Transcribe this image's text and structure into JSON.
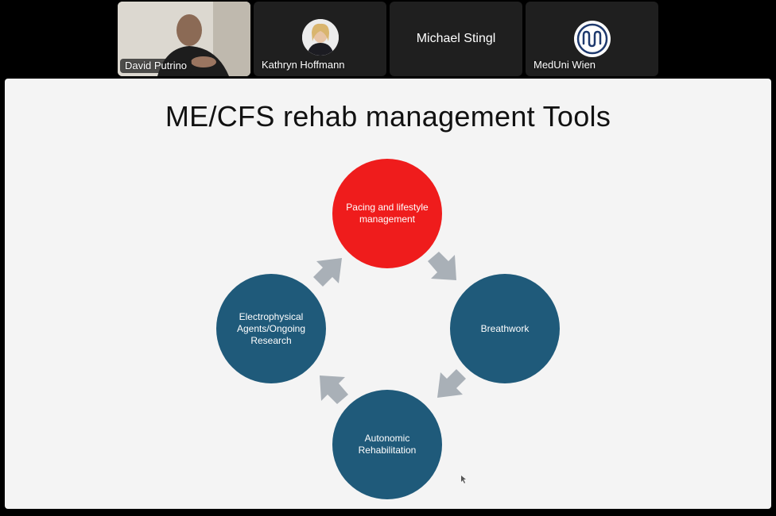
{
  "participants": [
    {
      "name": "David Putrino"
    },
    {
      "name": "Kathryn Hoffmann"
    },
    {
      "name": "Michael Stingl",
      "display_name": "Michael Stingl"
    },
    {
      "name": "MedUni Wien"
    }
  ],
  "slide": {
    "title": "ME/CFS rehab management Tools",
    "nodes": [
      {
        "label": "Pacing and lifestyle management",
        "color": "#ef1c1c"
      },
      {
        "label": "Breathwork",
        "color": "#1f5a7a"
      },
      {
        "label": "Autonomic Rehabilitation",
        "color": "#1f5a7a"
      },
      {
        "label": "Electrophysical Agents/Ongoing Research",
        "color": "#1f5a7a"
      }
    ],
    "arrow_color": "#a9b0b7"
  }
}
